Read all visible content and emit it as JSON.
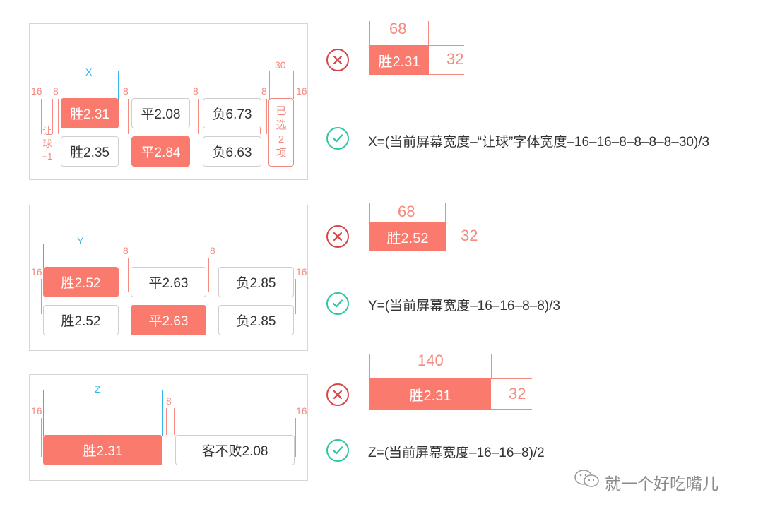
{
  "section1": {
    "dims": {
      "width_label": "X",
      "margin": "16",
      "gap": "8",
      "side_width": "30"
    },
    "rangqiu_label": [
      "让",
      "球",
      "+1"
    ],
    "row1": [
      {
        "label": "胜2.31",
        "selected": true
      },
      {
        "label": "平2.08",
        "selected": false
      },
      {
        "label": "负6.73",
        "selected": false
      }
    ],
    "row2": [
      {
        "label": "胜2.35",
        "selected": false
      },
      {
        "label": "平2.84",
        "selected": true
      },
      {
        "label": "负6.63",
        "selected": false
      }
    ],
    "side_button": [
      "已",
      "选",
      "2",
      "项"
    ],
    "wrong": {
      "width": "68",
      "height": "32",
      "label": "胜2.31"
    },
    "formula": "X=(当前屏幕宽度–“让球”字体宽度–16–16–8–8–8–8–30)/3"
  },
  "section2": {
    "dims": {
      "width_label": "Y",
      "margin": "16",
      "gap": "8"
    },
    "row1": [
      {
        "label": "胜2.52",
        "selected": true
      },
      {
        "label": "平2.63",
        "selected": false
      },
      {
        "label": "负2.85",
        "selected": false
      }
    ],
    "row2": [
      {
        "label": "胜2.52",
        "selected": false
      },
      {
        "label": "平2.63",
        "selected": true
      },
      {
        "label": "负2.85",
        "selected": false
      }
    ],
    "wrong": {
      "width": "68",
      "height": "32",
      "label": "胜2.52"
    },
    "formula": "Y=(当前屏幕宽度–16–16–8–8)/3"
  },
  "section3": {
    "dims": {
      "width_label": "Z",
      "margin": "16",
      "gap": "8"
    },
    "row1": [
      {
        "label": "胜2.31",
        "selected": true
      },
      {
        "label": "客不败2.08",
        "selected": false
      }
    ],
    "wrong": {
      "width": "140",
      "height": "32",
      "label": "胜2.31"
    },
    "formula": "Z=(当前屏幕宽度–16–16–8)/2"
  },
  "status_icons": {
    "wrong": "x-circle-icon",
    "right": "check-circle-icon"
  },
  "watermark": "就一个好吃嘴儿",
  "colors": {
    "accent": "#fa7a6e",
    "dimension": "#f58a80",
    "blue": "#34b6ea",
    "wrong": "#d84545",
    "right": "#2fc6a4"
  }
}
